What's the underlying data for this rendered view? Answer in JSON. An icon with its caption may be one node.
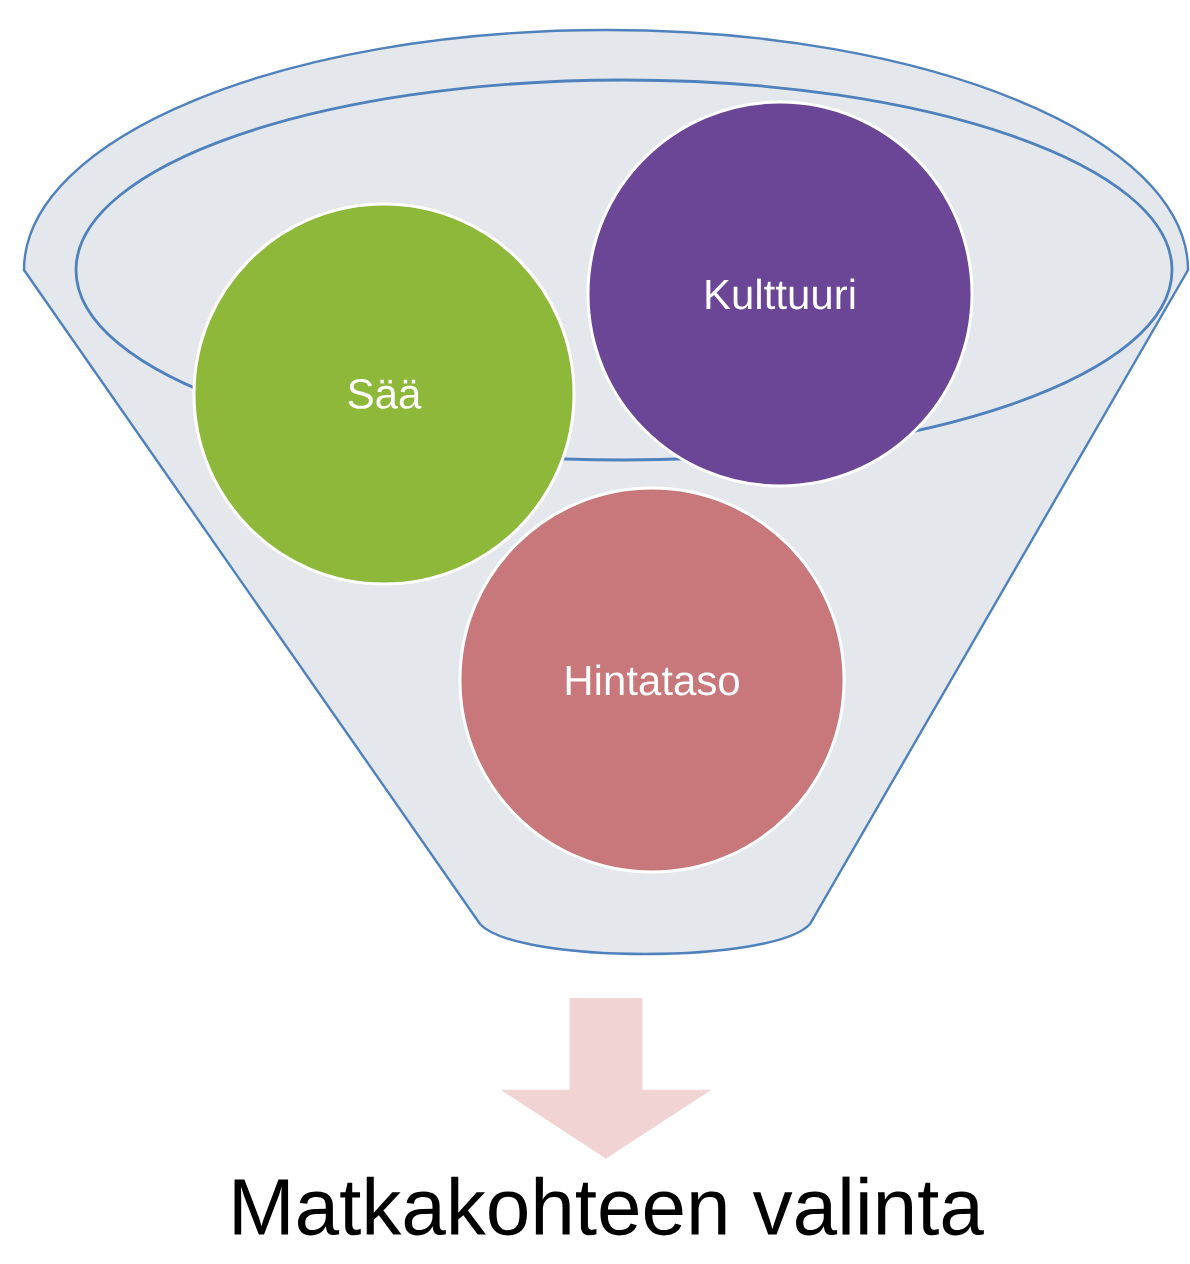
{
  "diagram": {
    "nodes": [
      {
        "text": [],
        "shape": "funnel"
      },
      {
        "text": [
          "Sää"
        ],
        "in": 0
      },
      {
        "text": [
          "Kulttuuri"
        ],
        "in": 0
      },
      {
        "text": [
          "Hintataso"
        ],
        "in": 0
      },
      {
        "text": [
          "Matkakohteen valinta"
        ]
      }
    ],
    "edges": [
      {
        "from": 0,
        "to": 4,
        "arrow": "to"
      }
    ]
  }
}
